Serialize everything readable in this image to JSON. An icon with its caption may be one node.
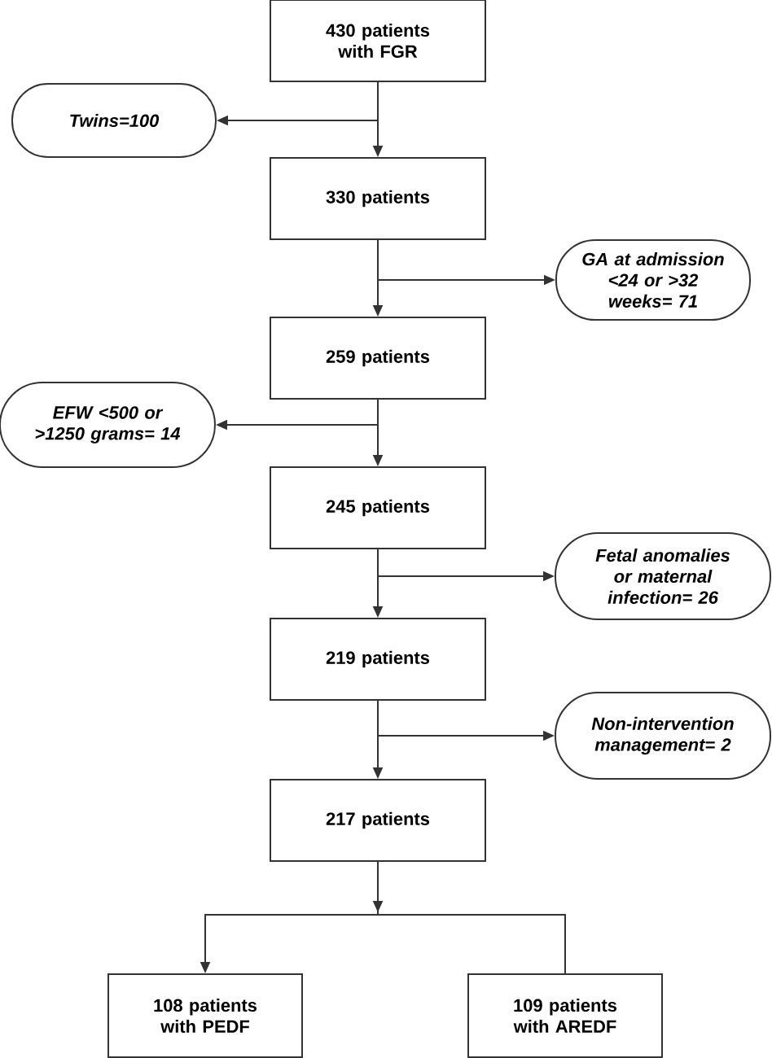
{
  "diagram": {
    "nodes": [
      {
        "text": [
          "430 patients with FGR"
        ]
      },
      {
        "text": [
          "Twins=100"
        ]
      },
      {
        "text": [
          "330 patients"
        ]
      },
      {
        "text": [
          "GA at admission <24 or >32 weeks= 71"
        ]
      },
      {
        "text": [
          "259 patients"
        ]
      },
      {
        "text": [
          "EFW <500 or >1250 grams= 14"
        ]
      },
      {
        "text": [
          "245 patients"
        ]
      },
      {
        "text": [
          "Fetal anomalies or maternal infection= 26"
        ]
      },
      {
        "text": [
          "219 patients"
        ]
      },
      {
        "text": [
          "Non-intervention management= 2"
        ]
      },
      {
        "text": [
          "217 patients"
        ]
      },
      {
        "text": [
          "108 patients with PEDF"
        ]
      },
      {
        "text": [
          "109 patients with AREDF"
        ]
      }
    ],
    "edges": [
      {
        "from": 0,
        "to": 1,
        "arrow": "to"
      },
      {
        "from": 0,
        "to": 2,
        "arrow": "to"
      },
      {
        "from": 2,
        "to": 3,
        "arrow": "to"
      },
      {
        "from": 2,
        "to": 4,
        "arrow": "to"
      },
      {
        "from": 4,
        "to": 5,
        "arrow": "to"
      },
      {
        "from": 4,
        "to": 6,
        "arrow": "to"
      },
      {
        "from": 6,
        "to": 7,
        "arrow": "to"
      },
      {
        "from": 6,
        "to": 8,
        "arrow": "to"
      },
      {
        "from": 8,
        "to": 9,
        "arrow": "to"
      },
      {
        "from": 8,
        "to": 10,
        "arrow": "to"
      },
      {
        "from": 10,
        "to": 11,
        "arrow": "to"
      },
      {
        "from": 10,
        "to": 12,
        "arrow": "none"
      }
    ]
  }
}
